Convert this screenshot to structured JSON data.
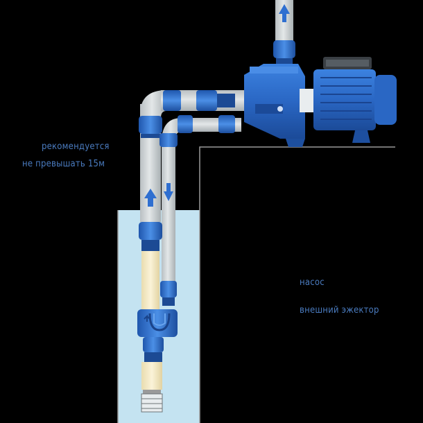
{
  "labels": {
    "recommend_line1": "рекомендуется",
    "recommend_line2": "не превышать 15м",
    "pump": "насос",
    "ejector": "внешний эжектор"
  },
  "colors": {
    "background": "#000000",
    "water": "#c4e3f1",
    "pipe": "#cfd4d6",
    "fitting": "#2f6fd0",
    "pump_body": "#2b6fd3",
    "beige_pipe": "#f5eccb",
    "ground_line": "#9a9a9a",
    "label_text": "#4a7bbf"
  },
  "icons": [
    "arrow-up-icon",
    "arrow-down-icon",
    "pump-icon",
    "ejector-icon"
  ]
}
